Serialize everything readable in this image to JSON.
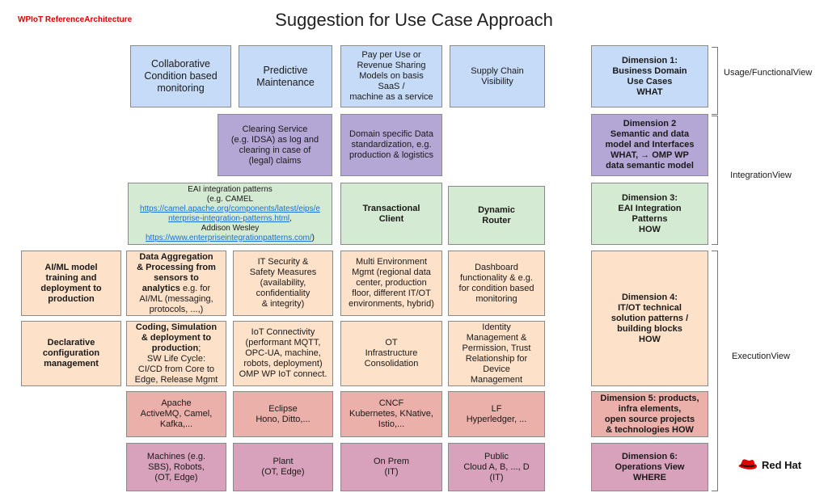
{
  "corner_label": [
    "WP",
    "IoT Reference",
    "Architecture"
  ],
  "title": "Suggestion for Use Case Approach",
  "row1": {
    "collab": [
      "Collaborative",
      "Condition based",
      "monitoring"
    ],
    "predictive": [
      "Predictive",
      "Maintenance"
    ],
    "payperuse": [
      "Pay per Use or",
      "Revenue Sharing",
      "Models on basis",
      "SaaS /",
      "machine as a service"
    ],
    "supply": [
      "Supply Chain",
      "Visibility"
    ]
  },
  "row2": {
    "clearing": [
      "Clearing Service",
      "(e.g. IDSA) as log and",
      "clearing in case of",
      "(legal) claims"
    ],
    "domain": [
      "Domain specific Data",
      "standardization, e.g.",
      "production & logistics"
    ]
  },
  "row3": {
    "eai_lines": [
      "EAI integration patterns",
      "(e.g. CAMEL"
    ],
    "eai_link1a": "https://camel.apache.org/components/latest/eips/e",
    "eai_link1b": "nterprise-integration-patterns.html",
    "eai_link1_suffix": ",",
    "eai_author": "Addison Wesley",
    "eai_link2": "https://www.enterpriseintegrationpatterns.com/",
    "eai_link2_suffix": ")",
    "transactional": [
      "Transactional",
      "Client"
    ],
    "router": [
      "Dynamic",
      "Router"
    ]
  },
  "row4": {
    "aiml": [
      "AI/ML model",
      "training and",
      "deployment to",
      "production"
    ],
    "aggregation_bold": [
      "Data Aggregation",
      "& Processing from",
      "sensors to"
    ],
    "aggregation_bold_inline": "analytics",
    "aggregation_rest": [
      " e.g. for",
      "AI/ML (messaging,",
      "protocols, ...,)"
    ],
    "security": [
      "IT Security &",
      "Safety Measures",
      "(availability,",
      "confidentiality",
      "& integrity)"
    ],
    "multienv": [
      "Multi Environment",
      "Mgmt (regional data",
      "center, production",
      "floor, different IT/OT",
      "environments, hybrid)"
    ],
    "dashboard": [
      "Dashboard",
      "functionality & e.g.",
      "for condition based",
      "monitoring"
    ]
  },
  "row5": {
    "declarative": [
      "Declarative",
      "configuration",
      "management"
    ],
    "coding_bold": [
      "Coding, Simulation",
      "& deployment to",
      "production"
    ],
    "coding_rest": [
      ";",
      "SW Life Cycle:",
      "CI/CD from Core to",
      "Edge, Release Mgmt"
    ],
    "iot": [
      "IoT Connectivity",
      "(performant MQTT,",
      "OPC-UA, machine,",
      "robots, deployment)",
      "OMP WP IoT connect."
    ],
    "ot": [
      "OT",
      "Infrastructure",
      "Consolidation"
    ],
    "identity": [
      "Identity",
      "Management &",
      "Permission, Trust",
      "Relationship for",
      "Device",
      "Management"
    ]
  },
  "row6": {
    "apache": [
      "Apache",
      "ActiveMQ, Camel,",
      "Kafka,..."
    ],
    "eclipse": [
      "Eclipse",
      "Hono, Ditto,..."
    ],
    "cncf": [
      "CNCF",
      "Kubernetes, KNative,",
      "Istio,..."
    ],
    "lf": [
      "LF",
      "Hyperledger, ..."
    ]
  },
  "row7": {
    "machines": [
      "Machines (e.g.",
      "SBS), Robots,",
      "(OT, Edge)"
    ],
    "plant": [
      "Plant",
      "(OT, Edge)"
    ],
    "onprem": [
      "On Prem",
      "(IT)"
    ],
    "public": [
      "Public",
      "Cloud A, B, ..., D",
      "(IT)"
    ]
  },
  "dimensions": {
    "d1": [
      "Dimension 1:",
      "Business Domain",
      "Use Cases",
      "WHAT"
    ],
    "d2": [
      "Dimension 2",
      "Semantic and data",
      "model and Interfaces",
      "WHAT, → OMP WP",
      "data semantic model"
    ],
    "d3": [
      "Dimension 3:",
      "EAI Integration",
      "Patterns",
      "HOW"
    ],
    "d4": [
      "Dimension 4:",
      "IT/OT technical",
      "solution patterns /",
      "building blocks",
      "HOW"
    ],
    "d5": [
      "Dimension 5: products,",
      "infra elements,",
      "open source projects",
      "& technologies HOW"
    ],
    "d6": [
      "Dimension 6:",
      "Operations View",
      "WHERE"
    ]
  },
  "views": {
    "usage": [
      "Usage/",
      "Functional",
      "View"
    ],
    "integration": [
      "Integration",
      "View"
    ],
    "execution": [
      "Execution",
      "View"
    ]
  },
  "logo_text": "Red Hat",
  "colors": {
    "blue": "#c6dbf7",
    "purple": "#b4a7d6",
    "green": "#d5ead2",
    "orange": "#fde1c9",
    "red": "#eab0a9",
    "pink": "#d8a2bc",
    "corner": "#e00000"
  }
}
